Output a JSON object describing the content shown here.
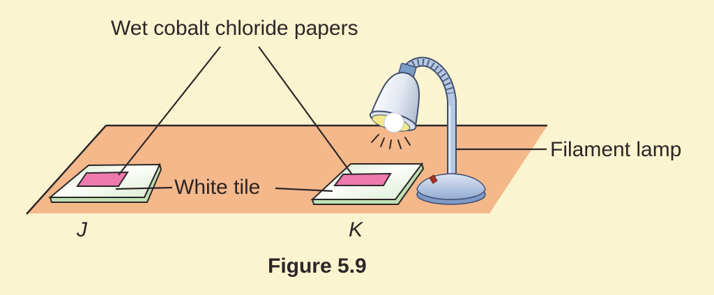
{
  "figure": {
    "caption": "Figure 5.9",
    "labels": {
      "papers": "Wet cobalt chloride papers",
      "white_tile": "White tile",
      "filament_lamp": "Filament lamp",
      "tile_j": "J",
      "tile_k": "K"
    },
    "colors": {
      "background": "#FBF4D0",
      "table_surface": "#F4B88B",
      "tile_face_light": "#FDFEFB",
      "tile_edge_green": "#C0E0B4",
      "cobalt_paper_pink": "#EF7AAE",
      "outline": "#2B2627",
      "lamp_metal_light": "#B6C9E4",
      "lamp_metal_dark": "#3E4E6E",
      "lamp_base_blue": "#7E9AC8",
      "bulb_glow_yellow": "#F2E88C",
      "bulb_white": "#FFFFFF",
      "switch_red": "#A83228"
    }
  }
}
